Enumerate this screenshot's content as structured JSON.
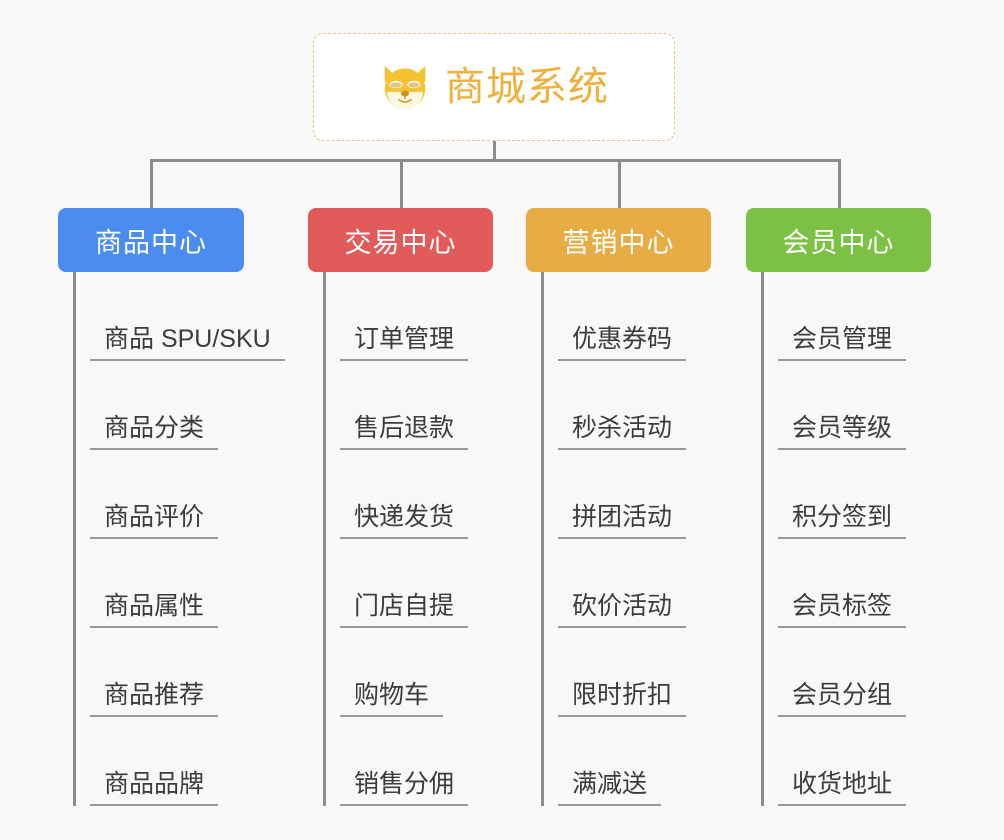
{
  "diagram": {
    "background_color": "#F8F8F8",
    "connector_color": "#8C8C8C",
    "root": {
      "title": "商城系统",
      "icon": "shiba-dog-face-icon",
      "text_color": "#F0B03C",
      "border_color": "#EBC37B",
      "background_color": "#FFFFFF"
    },
    "columns": [
      {
        "id": "product-center",
        "header": "商品中心",
        "color": "#4A8CF0",
        "items": [
          "商品 SPU/SKU",
          "商品分类",
          "商品评价",
          "商品属性",
          "商品推荐",
          "商品品牌"
        ]
      },
      {
        "id": "trade-center",
        "header": "交易中心",
        "color": "#E15B5B",
        "items": [
          "订单管理",
          "售后退款",
          "快递发货",
          "门店自提",
          "购物车",
          "销售分佣"
        ]
      },
      {
        "id": "marketing-center",
        "header": "营销中心",
        "color": "#E8AC44",
        "items": [
          "优惠券码",
          "秒杀活动",
          "拼团活动",
          "砍价活动",
          "限时折扣",
          "满减送"
        ]
      },
      {
        "id": "member-center",
        "header": "会员中心",
        "color": "#7DC144",
        "items": [
          "会员管理",
          "会员等级",
          "积分签到",
          "会员标签",
          "会员分组",
          "收货地址"
        ]
      }
    ]
  }
}
